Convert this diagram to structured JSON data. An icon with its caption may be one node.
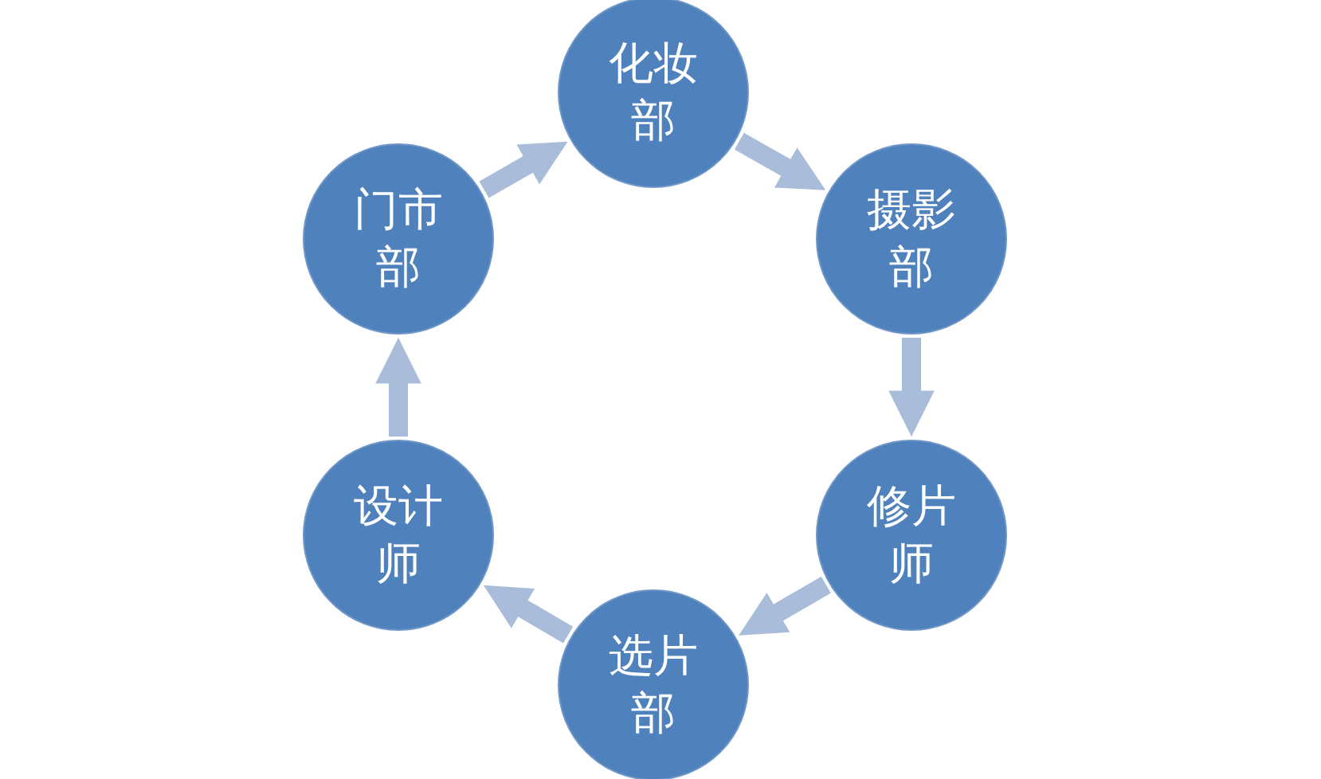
{
  "diagram": {
    "nodes": [
      {
        "text": [
          "化妆部"
        ]
      },
      {
        "text": [
          "摄影部"
        ]
      },
      {
        "text": [
          "修片师"
        ]
      },
      {
        "text": [
          "选片部"
        ]
      },
      {
        "text": [
          "设计师"
        ]
      },
      {
        "text": [
          "门市部"
        ]
      }
    ],
    "edges": [
      {
        "from": 5,
        "to": 0,
        "arrow": "to"
      },
      {
        "from": 0,
        "to": 1,
        "arrow": "to"
      },
      {
        "from": 1,
        "to": 2,
        "arrow": "to"
      },
      {
        "from": 2,
        "to": 3,
        "arrow": "to"
      },
      {
        "from": 3,
        "to": 4,
        "arrow": "to"
      },
      {
        "from": 4,
        "to": 5,
        "arrow": "to"
      }
    ]
  }
}
